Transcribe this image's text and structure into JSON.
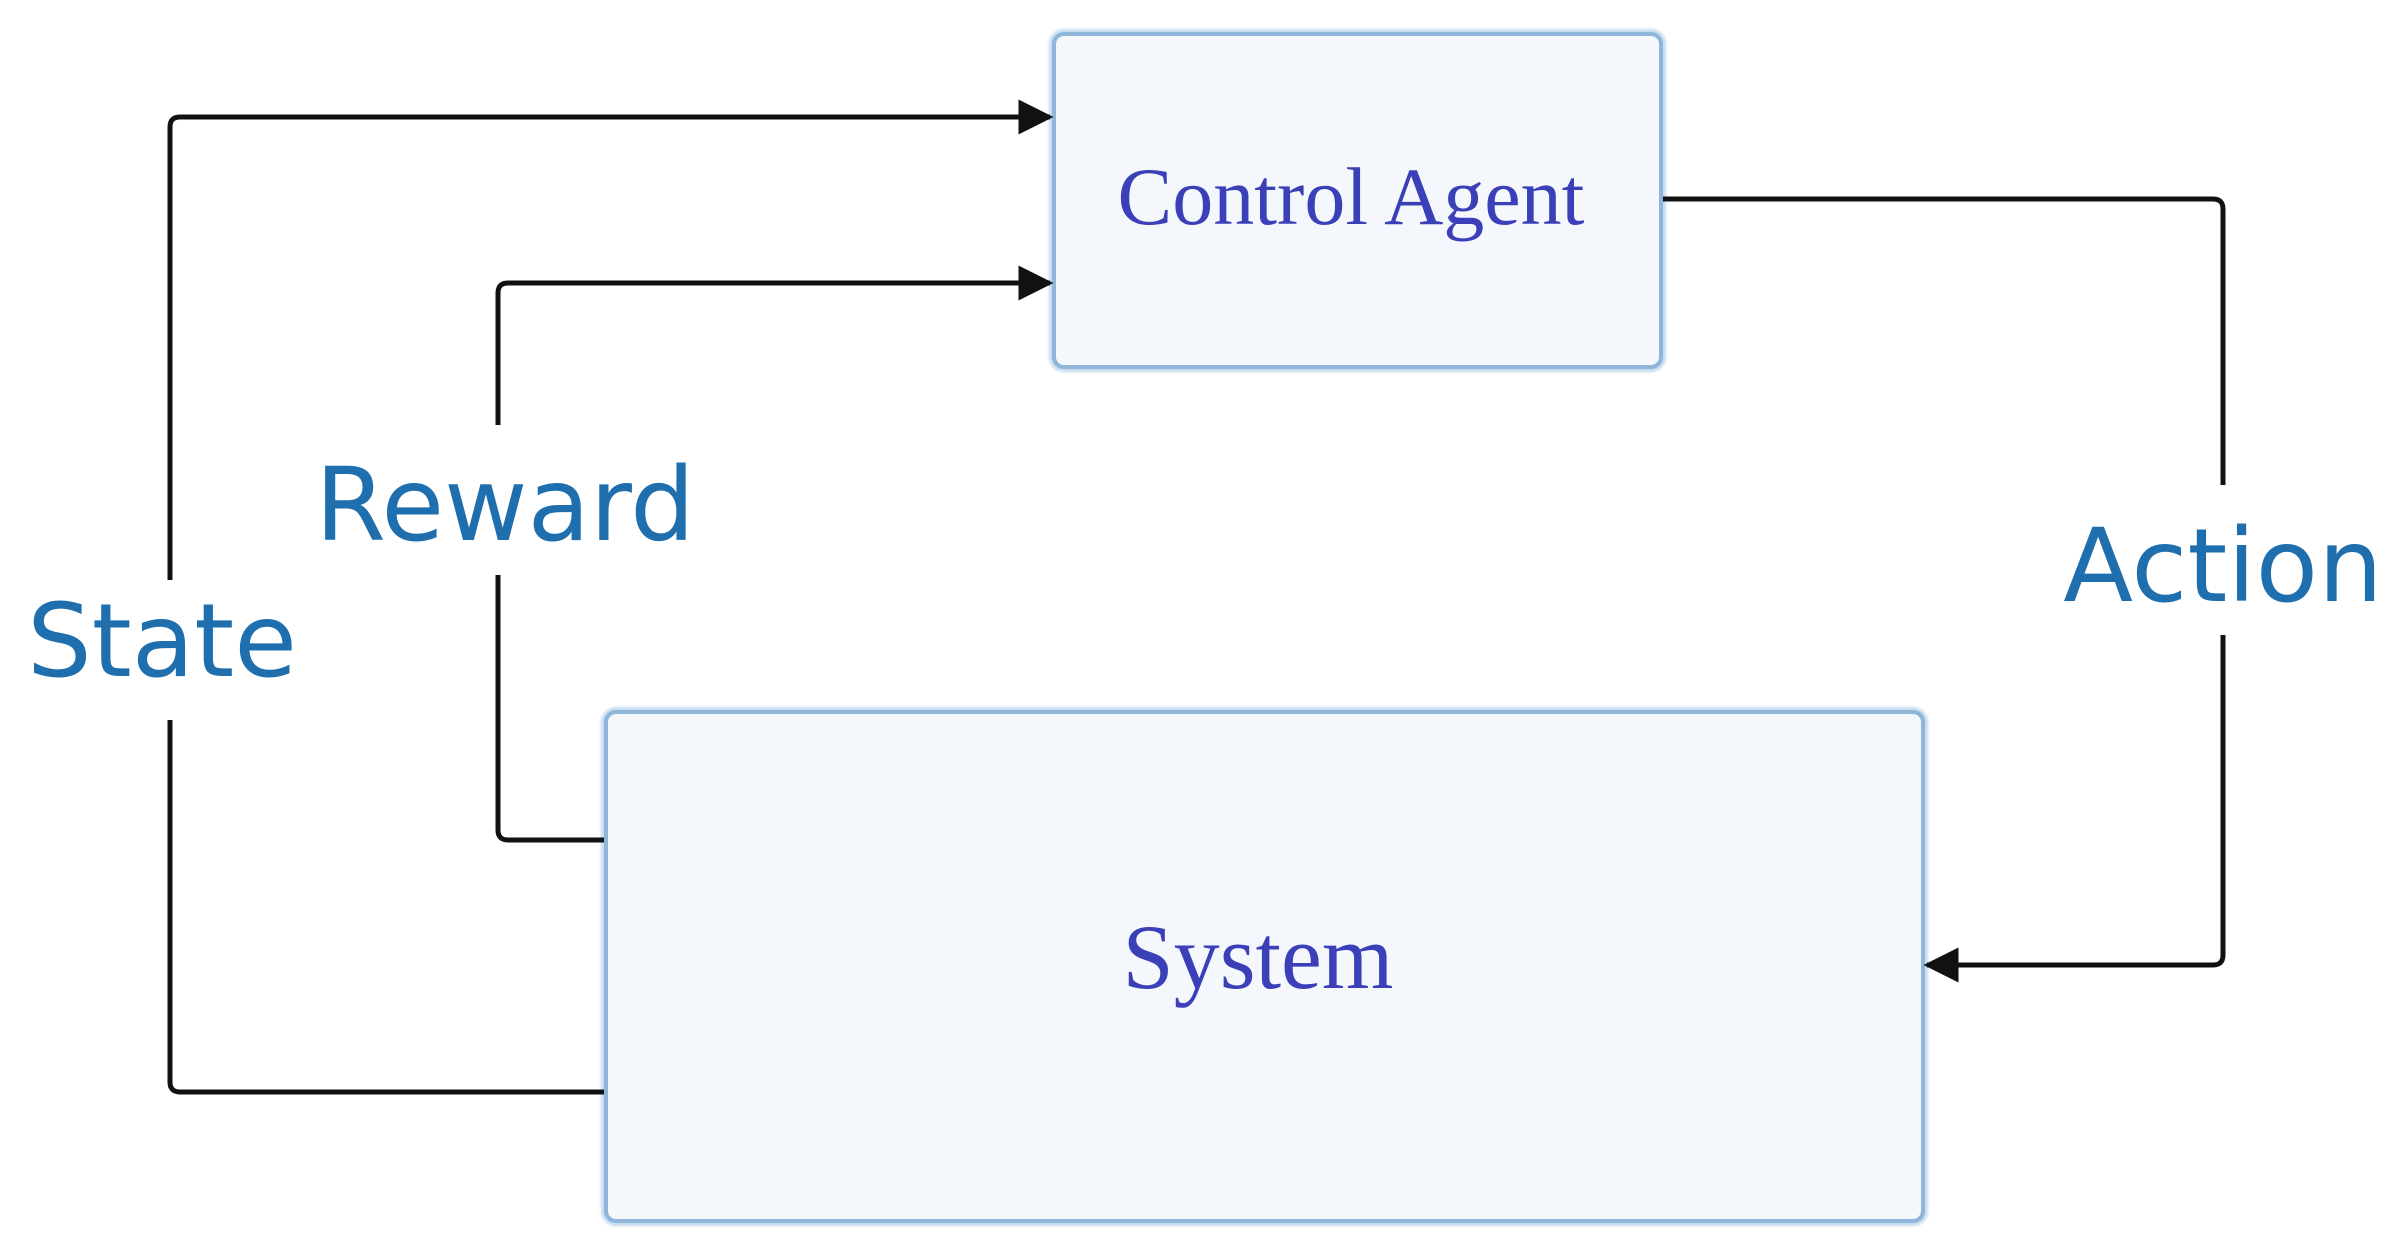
{
  "nodes": {
    "control_agent": {
      "label": "Control Agent"
    },
    "system": {
      "label": "System"
    }
  },
  "edges": {
    "state": {
      "label": "State"
    },
    "reward": {
      "label": "Reward"
    },
    "action": {
      "label": "Action"
    }
  },
  "colors": {
    "box_fill": "#f4f8fd",
    "box_border": "#8fb5d9",
    "box_text": "#3b3fb8",
    "edge_label": "#1f6fae",
    "line": "#111111"
  }
}
